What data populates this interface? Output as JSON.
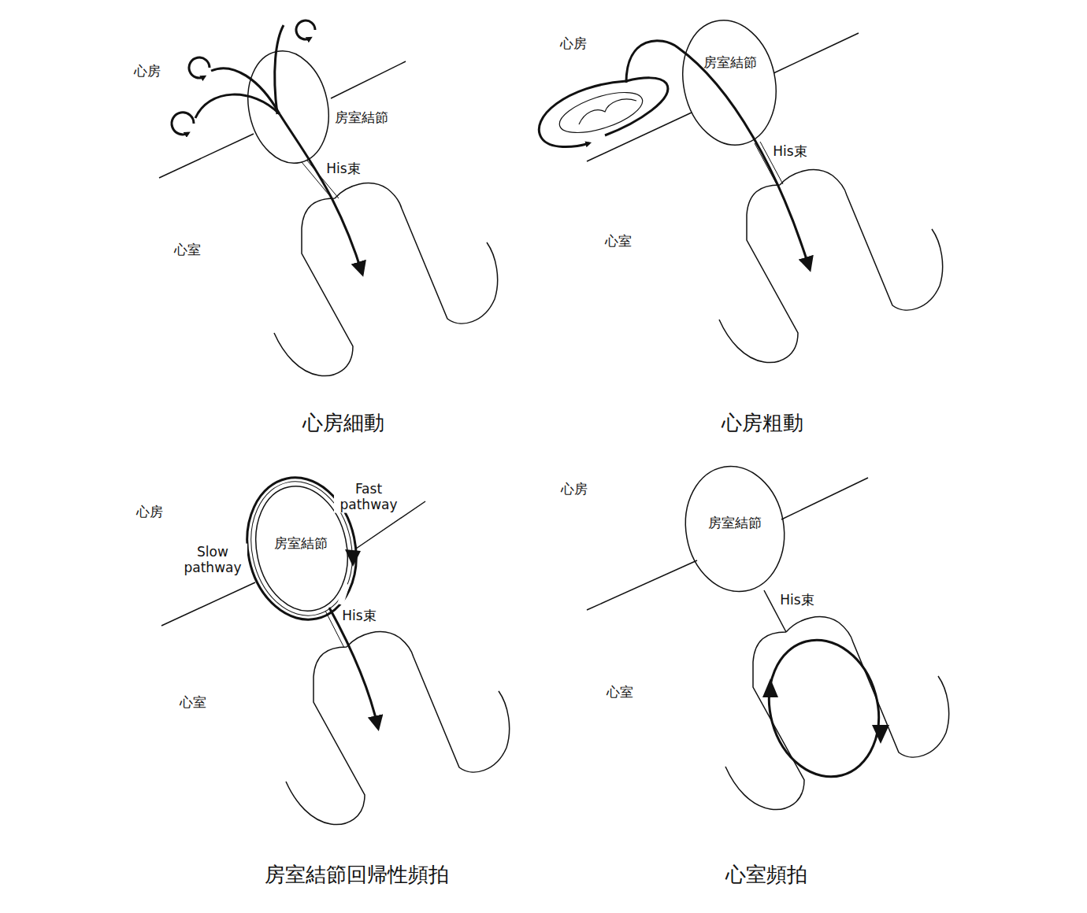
{
  "diagram": {
    "nodes": [
      {
        "text": [
          "房室結節"
        ]
      },
      {
        "text": [
          "房室結節"
        ]
      },
      {
        "text": [
          "房室結節"
        ]
      },
      {
        "text": [
          "房室結節"
        ]
      }
    ],
    "labels": [
      "心房",
      "His束",
      "心室",
      "心房細動",
      "心房",
      "His束",
      "心室",
      "心房粗動",
      "心房",
      "Fast pathway",
      "Slow pathway",
      "His束",
      "心室",
      "房室結節回帰性頻拍",
      "心房",
      "His束",
      "心室",
      "心室頻拍"
    ]
  }
}
